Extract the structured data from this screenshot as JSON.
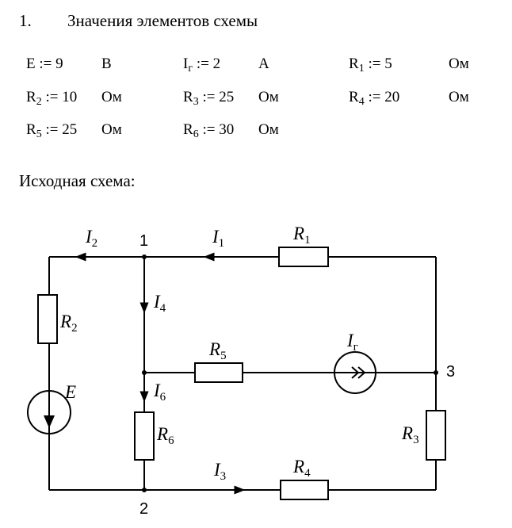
{
  "heading": {
    "number": "1.",
    "title": "Значения элементов схемы"
  },
  "params": [
    {
      "sym": "E",
      "sub": "",
      "op": ":=",
      "value": "9",
      "unit": "В"
    },
    {
      "sym": "I",
      "sub": "г",
      "op": ":=",
      "value": "2",
      "unit": "А"
    },
    {
      "sym": "R",
      "sub": "1",
      "op": ":=",
      "value": "5",
      "unit": "Ом"
    },
    {
      "sym": "R",
      "sub": "2",
      "op": ":=",
      "value": "10",
      "unit": "Ом"
    },
    {
      "sym": "R",
      "sub": "3",
      "op": ":=",
      "value": "25",
      "unit": "Ом"
    },
    {
      "sym": "R",
      "sub": "4",
      "op": ":=",
      "value": "20",
      "unit": "Ом"
    },
    {
      "sym": "R",
      "sub": "5",
      "op": ":=",
      "value": "25",
      "unit": "Ом"
    },
    {
      "sym": "R",
      "sub": "6",
      "op": ":=",
      "value": "30",
      "unit": "Ом"
    }
  ],
  "subtitle": "Исходная схема:",
  "circuit": {
    "nodes": [
      "1",
      "2",
      "3"
    ],
    "resistors": [
      {
        "name": "R",
        "sub": "1"
      },
      {
        "name": "R",
        "sub": "2"
      },
      {
        "name": "R",
        "sub": "3"
      },
      {
        "name": "R",
        "sub": "4"
      },
      {
        "name": "R",
        "sub": "5"
      },
      {
        "name": "R",
        "sub": "6"
      }
    ],
    "sources": {
      "emf": "E",
      "current": {
        "name": "I",
        "sub": "г"
      }
    },
    "currents": [
      {
        "name": "I",
        "sub": "1"
      },
      {
        "name": "I",
        "sub": "2"
      },
      {
        "name": "I",
        "sub": "3"
      },
      {
        "name": "I",
        "sub": "4"
      },
      {
        "name": "I",
        "sub": "6"
      }
    ]
  }
}
